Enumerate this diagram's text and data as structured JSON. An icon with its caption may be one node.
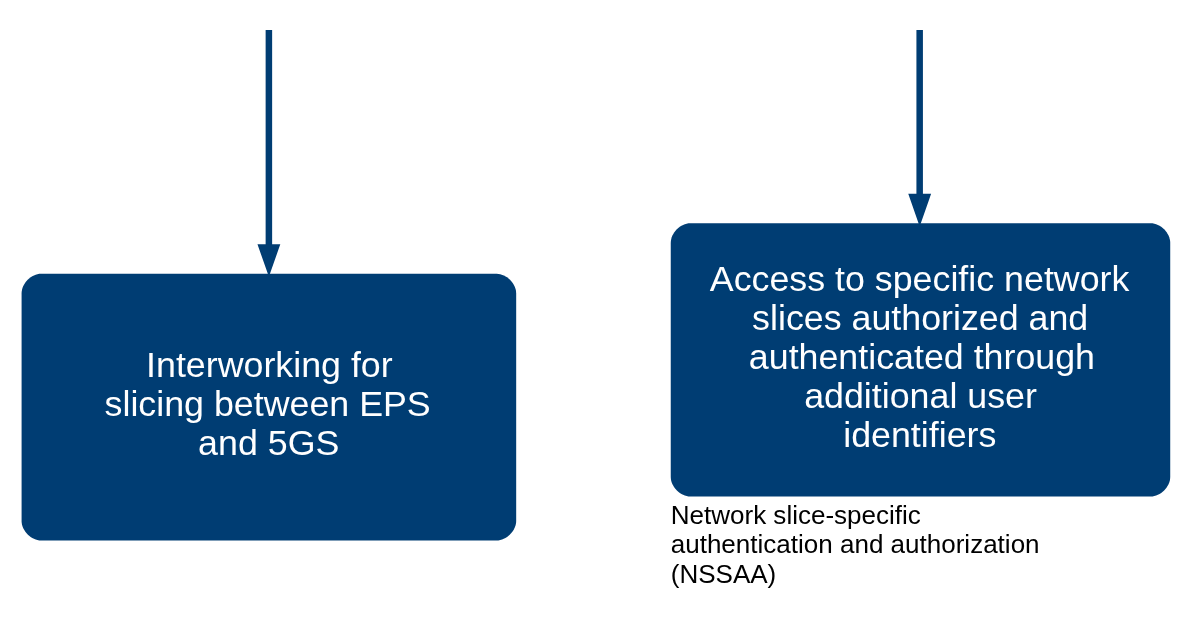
{
  "diagram": {
    "nodes": [
      {
        "text": [
          "Interworking for slicing between EPS and 5GS"
        ]
      },
      {
        "text": [
          "Access to specific network slices authorized and authenticated through additional user identifiers"
        ],
        "beside": [
          "Network slice-specific authentication and authorization (NSSAA)"
        ]
      }
    ],
    "edges": [
      {
        "from": null,
        "to": 0,
        "arrow": "to"
      },
      {
        "from": null,
        "to": 1,
        "arrow": "to"
      }
    ]
  }
}
